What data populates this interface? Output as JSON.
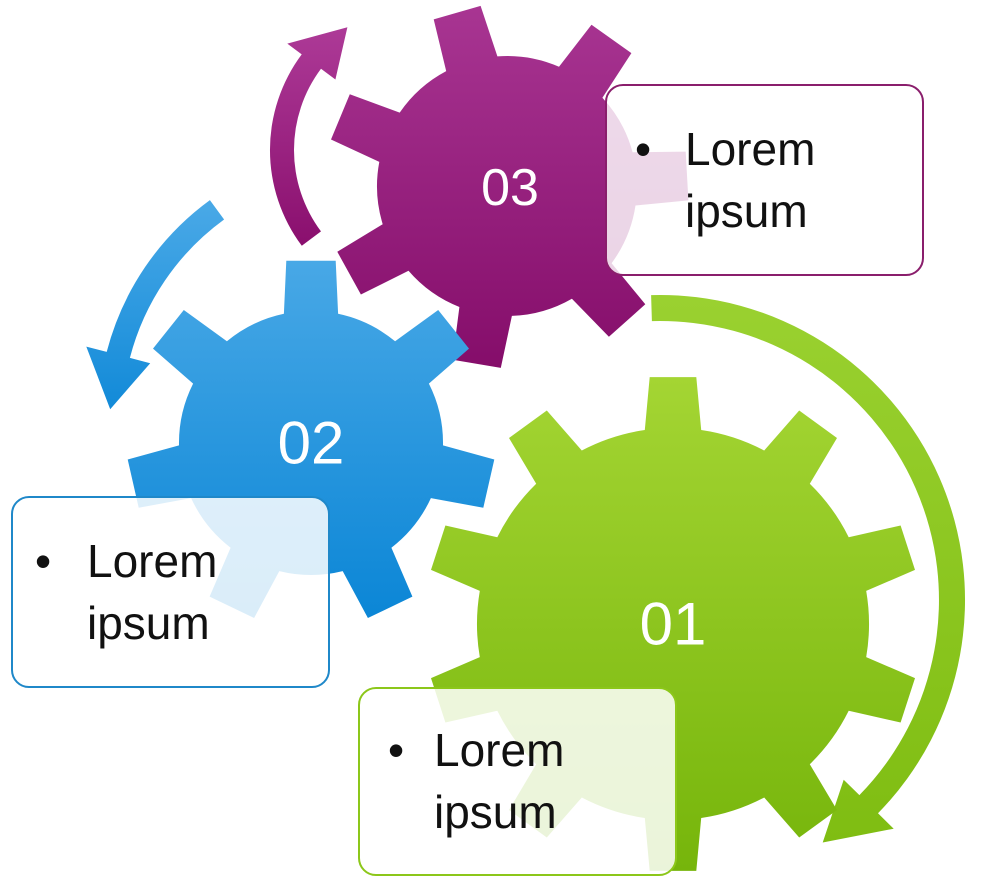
{
  "colors": {
    "green": "#8cc71a",
    "green_dark": "#79b30f",
    "blue": "#2596df",
    "blue_dark": "#0f86d4",
    "purple": "#931c78",
    "purple_dark": "#7f0f67",
    "text": "#111111"
  },
  "gears": [
    {
      "id": "01",
      "label": "01",
      "color": "green"
    },
    {
      "id": "02",
      "label": "02",
      "color": "blue"
    },
    {
      "id": "03",
      "label": "03",
      "color": "purple"
    }
  ],
  "callouts": [
    {
      "for_gear": "03",
      "bullet": "•",
      "line1": "Lorem",
      "line2": "ipsum",
      "border_color": "#8a1e6c"
    },
    {
      "for_gear": "02",
      "bullet": "•",
      "line1": "Lorem",
      "line2": "ipsum",
      "border_color": "#1f88c9"
    },
    {
      "for_gear": "01",
      "bullet": "•",
      "line1": "Lorem",
      "line2": "ipsum",
      "border_color": "#8cc71a"
    }
  ],
  "arrows": [
    {
      "name": "purple-arrow",
      "color": "purple",
      "direction": "clockwise"
    },
    {
      "name": "blue-arrow",
      "color": "blue",
      "direction": "counter-clockwise"
    },
    {
      "name": "green-arrow",
      "color": "green",
      "direction": "clockwise"
    }
  ]
}
